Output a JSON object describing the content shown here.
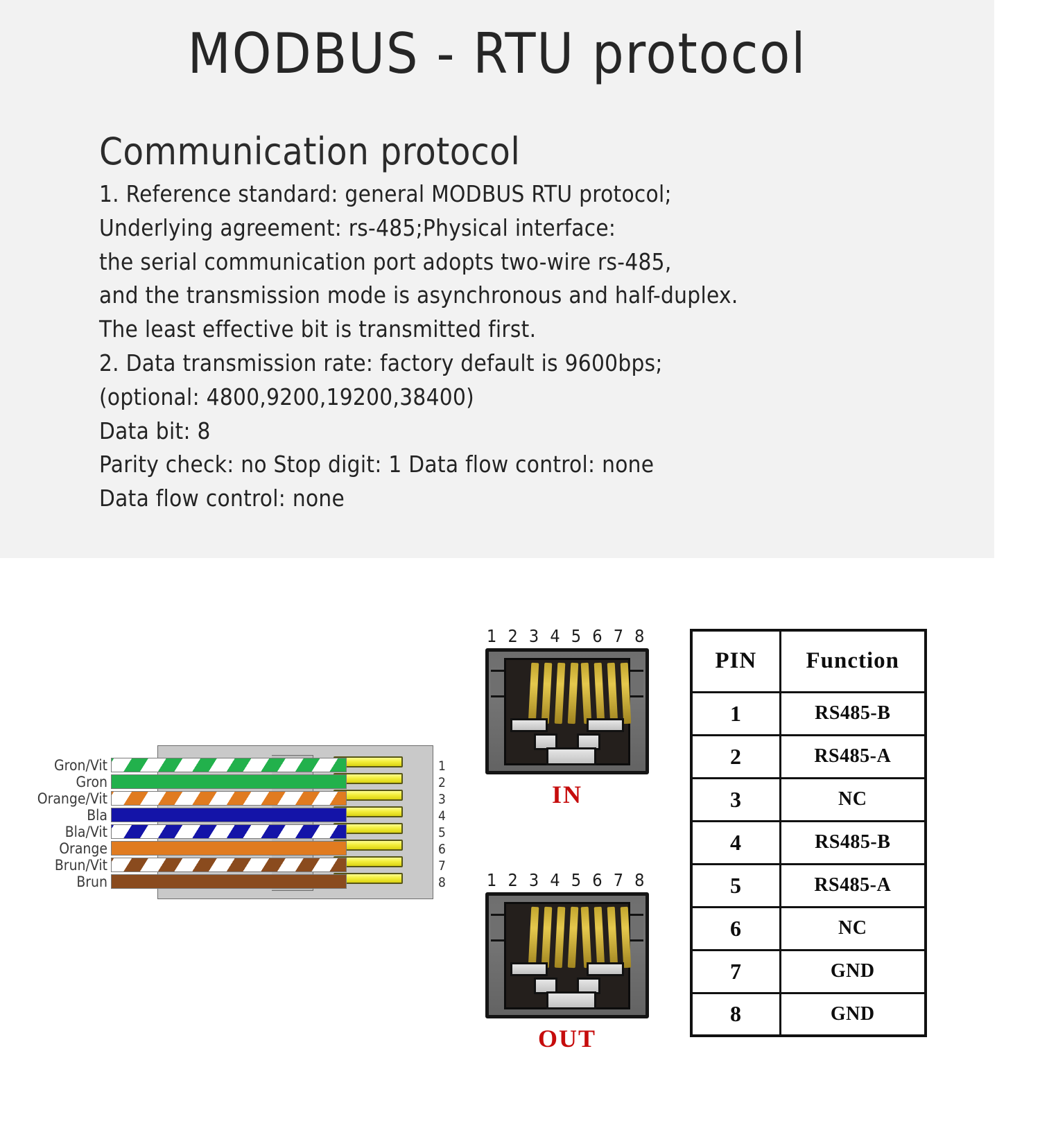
{
  "header": {
    "title": "MODBUS - RTU protocol"
  },
  "protocol": {
    "heading": "Communication protocol",
    "lines": [
      "1. Reference standard: general MODBUS RTU protocol;",
      "Underlying agreement: rs-485;Physical interface:",
      "the serial communication port adopts two-wire rs-485,",
      "and the transmission mode is asynchronous and half-duplex.",
      "The least effective bit is transmitted first.",
      "2. Data transmission rate: factory default is 9600bps;",
      "(optional: 4800,9200,19200,38400)",
      "Data bit: 8",
      "Parity check: no  Stop digit: 1  Data flow control: none",
      "Data flow control: none"
    ]
  },
  "cable_diagram": {
    "wires": [
      {
        "label": "Gron/Vit",
        "color": "#22b14c",
        "striped": true,
        "pin": "1"
      },
      {
        "label": "Gron",
        "color": "#22b14c",
        "striped": false,
        "pin": "2"
      },
      {
        "label": "Orange/Vit",
        "color": "#e07b20",
        "striped": true,
        "pin": "3"
      },
      {
        "label": "Bla",
        "color": "#1414a8",
        "striped": false,
        "pin": "4"
      },
      {
        "label": "Bla/Vit",
        "color": "#1414a8",
        "striped": true,
        "pin": "5"
      },
      {
        "label": "Orange",
        "color": "#e07b20",
        "striped": false,
        "pin": "6"
      },
      {
        "label": "Brun/Vit",
        "color": "#8a4b1e",
        "striped": true,
        "pin": "7"
      },
      {
        "label": "Brun",
        "color": "#8a4b1e",
        "striped": false,
        "pin": "8"
      }
    ]
  },
  "jacks": [
    {
      "numbers": "1 2 3 4 5 6 7 8",
      "label": "IN"
    },
    {
      "numbers": "1 2 3 4 5 6 7 8",
      "label": "OUT"
    }
  ],
  "pin_table": {
    "headers": [
      "PIN",
      "Function"
    ],
    "rows": [
      {
        "pin": "1",
        "function": "RS485-B"
      },
      {
        "pin": "2",
        "function": "RS485-A"
      },
      {
        "pin": "3",
        "function": "NC"
      },
      {
        "pin": "4",
        "function": "RS485-B"
      },
      {
        "pin": "5",
        "function": "RS485-A"
      },
      {
        "pin": "6",
        "function": "NC"
      },
      {
        "pin": "7",
        "function": "GND"
      },
      {
        "pin": "8",
        "function": "GND"
      }
    ]
  },
  "colors": {
    "panel_background": "#f2f2f2",
    "page_background": "#ffffff",
    "title_text": "#262626",
    "body_text": "#232323",
    "accent_red": "#c60c0c",
    "gold_contact": "#e5c84d"
  }
}
